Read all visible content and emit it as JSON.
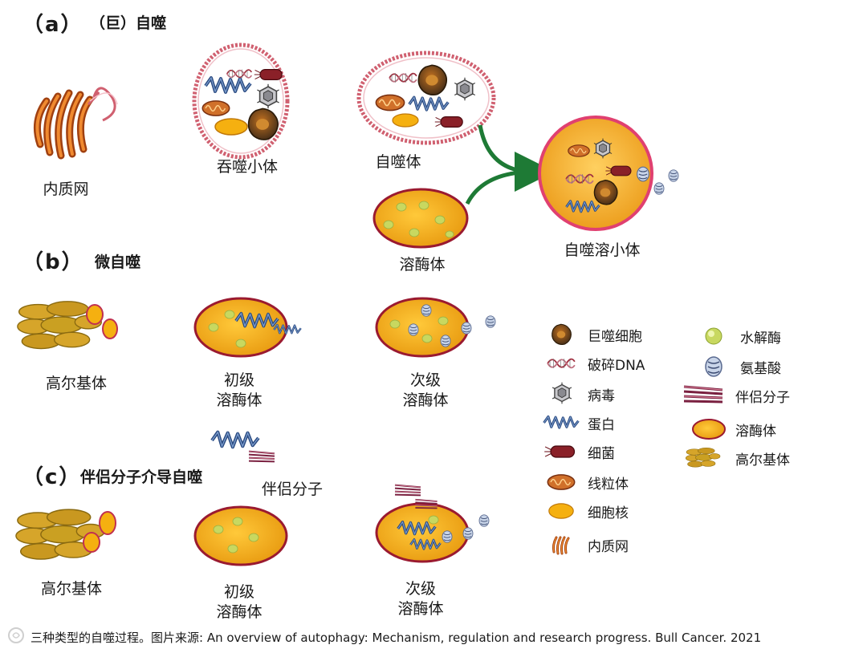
{
  "section_a": {
    "label": "（a）",
    "title": "（巨）自噬"
  },
  "section_b": {
    "label": "（b）",
    "title": "微自噬"
  },
  "section_c": {
    "label": "（c）",
    "title": "伴侣分子介导自噬"
  },
  "a_labels": {
    "er": "内质网",
    "phagosome": "吞噬小体",
    "autophagosome": "自噬体",
    "lysosome": "溶酶体",
    "autolysosome": "自噬溶小体"
  },
  "b_labels": {
    "golgi": "高尔基体",
    "primary_1": "初级",
    "primary_2": "溶酶体",
    "secondary_1": "次级",
    "secondary_2": "溶酶体"
  },
  "c_labels": {
    "chaperone": "伴侣分子",
    "golgi": "高尔基体",
    "primary_1": "初级",
    "primary_2": "溶酶体",
    "secondary_1": "次级",
    "secondary_2": "溶酶体"
  },
  "legend": {
    "left": [
      {
        "icon": "macrophage-icon",
        "label": "巨噬细胞"
      },
      {
        "icon": "dna-fragment-icon",
        "label": "破碎DNA"
      },
      {
        "icon": "virus-icon",
        "label": "病毒"
      },
      {
        "icon": "protein-icon",
        "label": "蛋白"
      },
      {
        "icon": "bacteria-icon",
        "label": "细菌"
      },
      {
        "icon": "mitochondria-icon",
        "label": "线粒体"
      },
      {
        "icon": "nucleus-icon",
        "label": "细胞核"
      },
      {
        "icon": "er-icon",
        "label": "内质网"
      }
    ],
    "right": [
      {
        "icon": "hydrolase-icon",
        "label": "水解酶"
      },
      {
        "icon": "amino-acid-icon",
        "label": "氨基酸"
      },
      {
        "icon": "chaperone-icon",
        "label": "伴侣分子"
      },
      {
        "icon": "lysosome-icon",
        "label": "溶酶体"
      },
      {
        "icon": "golgi-icon",
        "label": "高尔基体"
      }
    ]
  },
  "caption": {
    "text": "三种类型的自噬过程。图片来源: An overview of autophagy: Mechanism, regulation and research progress. Bull Cancer. 2021"
  },
  "colors": {
    "lysosome_fill": "#f0b020",
    "lysosome_stroke": "#9a1a30",
    "arrow": "#1e7a35",
    "protein": "#2a4a80",
    "chaperone": "#7a2040",
    "membrane": "#d06070"
  }
}
